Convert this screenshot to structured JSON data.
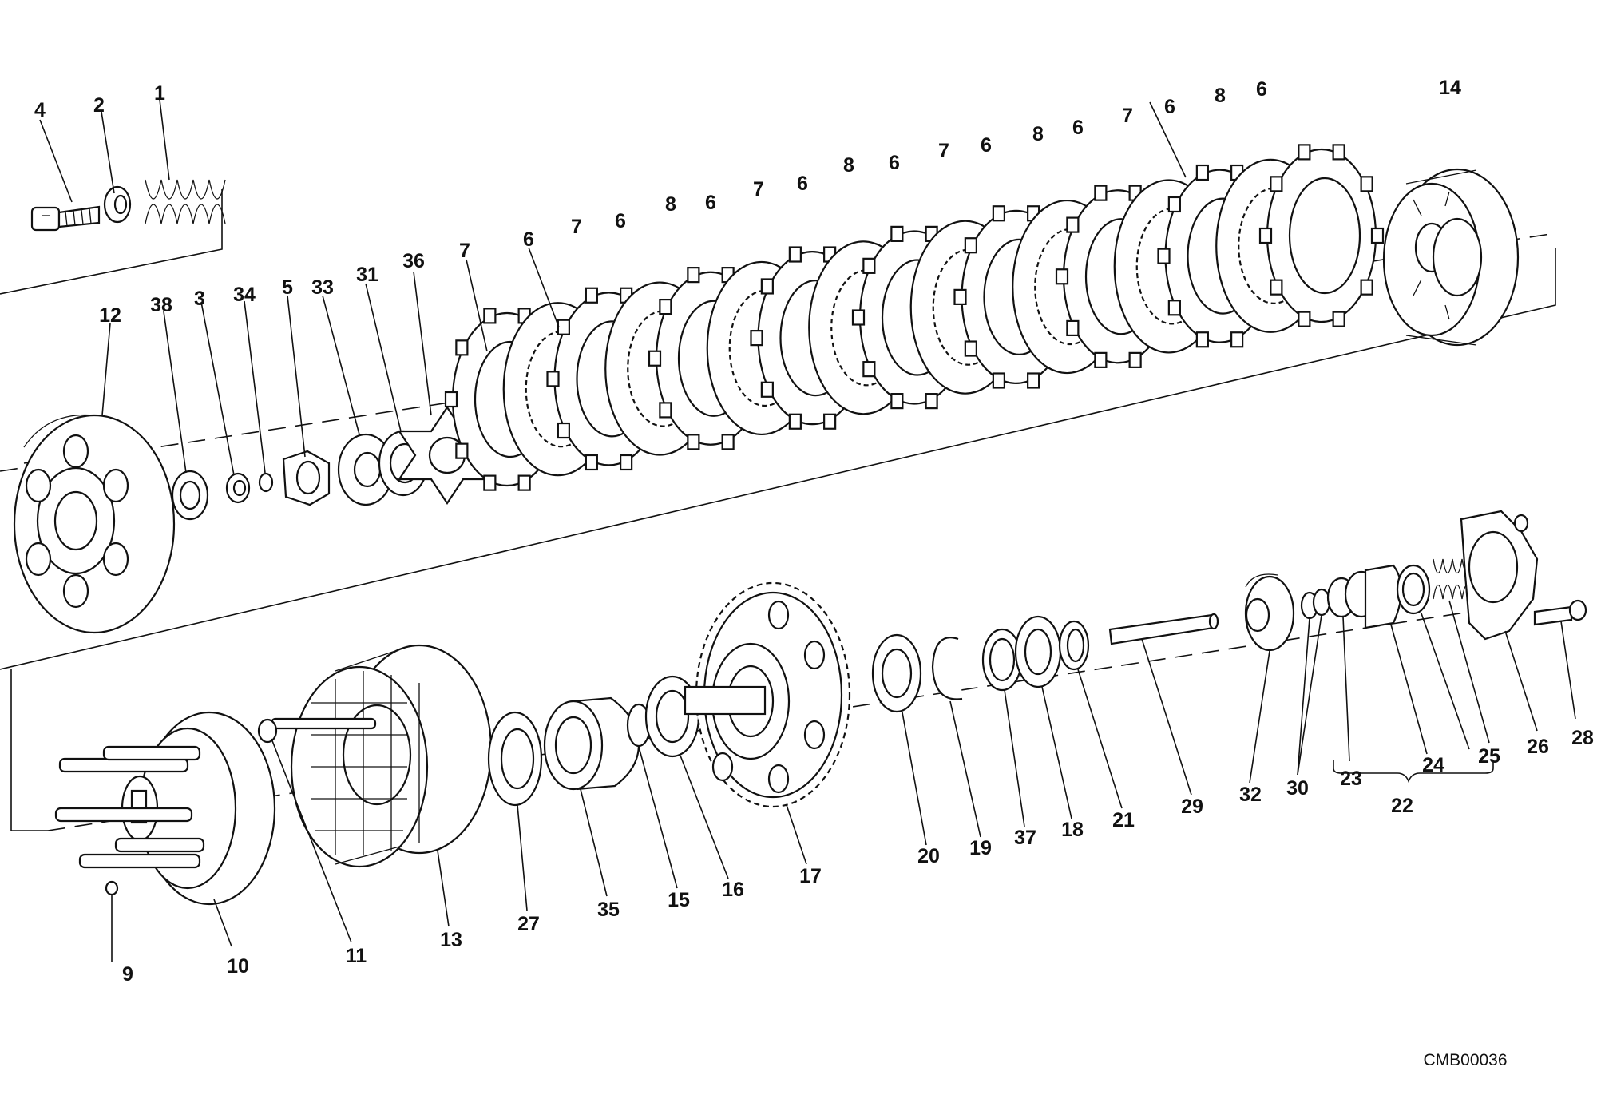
{
  "diagram": {
    "reference_code": "CMB00036",
    "callouts": [
      "1",
      "2",
      "3",
      "4",
      "5",
      "6",
      "7",
      "8",
      "9",
      "10",
      "11",
      "12",
      "13",
      "14",
      "15",
      "16",
      "17",
      "18",
      "19",
      "20",
      "21",
      "22",
      "23",
      "24",
      "25",
      "26",
      "27",
      "28",
      "29",
      "30",
      "31",
      "32",
      "33",
      "34",
      "35",
      "36",
      "37",
      "38"
    ]
  }
}
